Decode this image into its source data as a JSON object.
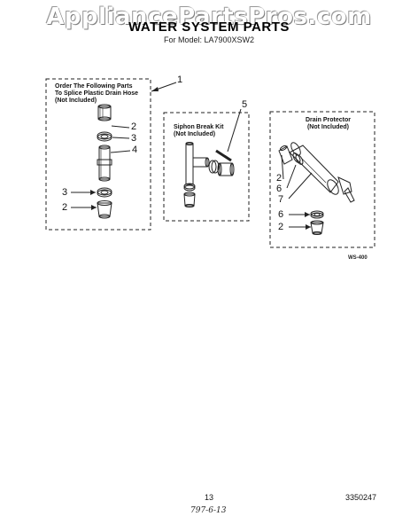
{
  "watermark": "AppliancePartsPros.com",
  "title": "WATER SYSTEM PARTS",
  "model_line": "For Model: LA7900XSW2",
  "groups": {
    "splice": {
      "label_line1": "Order The Following Parts",
      "label_line2": "To Splice Plastic Drain Hose",
      "label_line3": "(Not Included)"
    },
    "siphon": {
      "label_line1": "Siphon Break Kit",
      "label_line2": "(Not Included)"
    },
    "drain": {
      "label_line1": "Drain Protector",
      "label_line2": "(Not Included)"
    }
  },
  "callouts": {
    "c1": "1",
    "c2a": "2",
    "c3a": "3",
    "c4": "4",
    "c3b": "3",
    "c2b": "2",
    "c5": "5",
    "c2c": "2",
    "c6a": "6",
    "c7": "7",
    "c6b": "6",
    "c2d": "2"
  },
  "figure_code": "WS-400",
  "page_number": "13",
  "doc_number": "3350247",
  "handwritten": "797-6-13"
}
